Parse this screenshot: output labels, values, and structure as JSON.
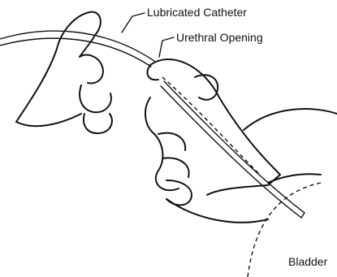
{
  "labels": {
    "catheter": "Lubricated Catheter",
    "opening": "Urethral Opening",
    "bladder": "Bladder"
  },
  "colors": {
    "ink": "#111111",
    "background": "#ffffff"
  }
}
